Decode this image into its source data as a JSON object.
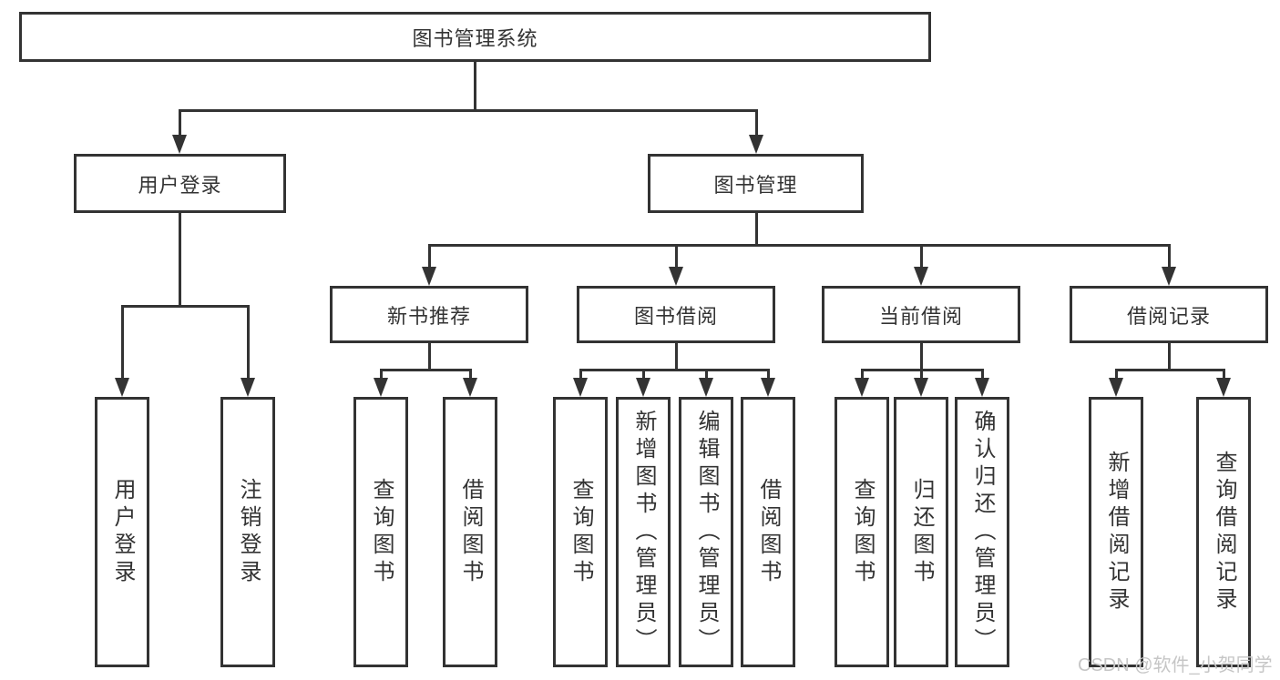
{
  "tree": {
    "label": "图书管理系统",
    "children": [
      {
        "label": "用户登录",
        "children": [
          {
            "label": "用户登录"
          },
          {
            "label": "注销登录"
          }
        ]
      },
      {
        "label": "图书管理",
        "children": [
          {
            "label": "新书推荐",
            "children": [
              {
                "label": "查询图书"
              },
              {
                "label": "借阅图书"
              }
            ]
          },
          {
            "label": "图书借阅",
            "children": [
              {
                "label": "查询图书"
              },
              {
                "label": "新增图书（管理员）"
              },
              {
                "label": "编辑图书（管理员）"
              },
              {
                "label": "借阅图书"
              }
            ]
          },
          {
            "label": "当前借阅",
            "children": [
              {
                "label": "查询图书"
              },
              {
                "label": "归还图书"
              },
              {
                "label": "确认归还（管理员）"
              }
            ]
          },
          {
            "label": "借阅记录",
            "children": [
              {
                "label": "新增借阅记录"
              },
              {
                "label": "查询借阅记录"
              }
            ]
          }
        ]
      }
    ]
  },
  "watermark": {
    "text": "CSDN @软件_小贺同学"
  },
  "colors": {
    "line": "#333333",
    "text": "#333333",
    "background": "#ffffff",
    "watermark": "#c6c6c6"
  }
}
